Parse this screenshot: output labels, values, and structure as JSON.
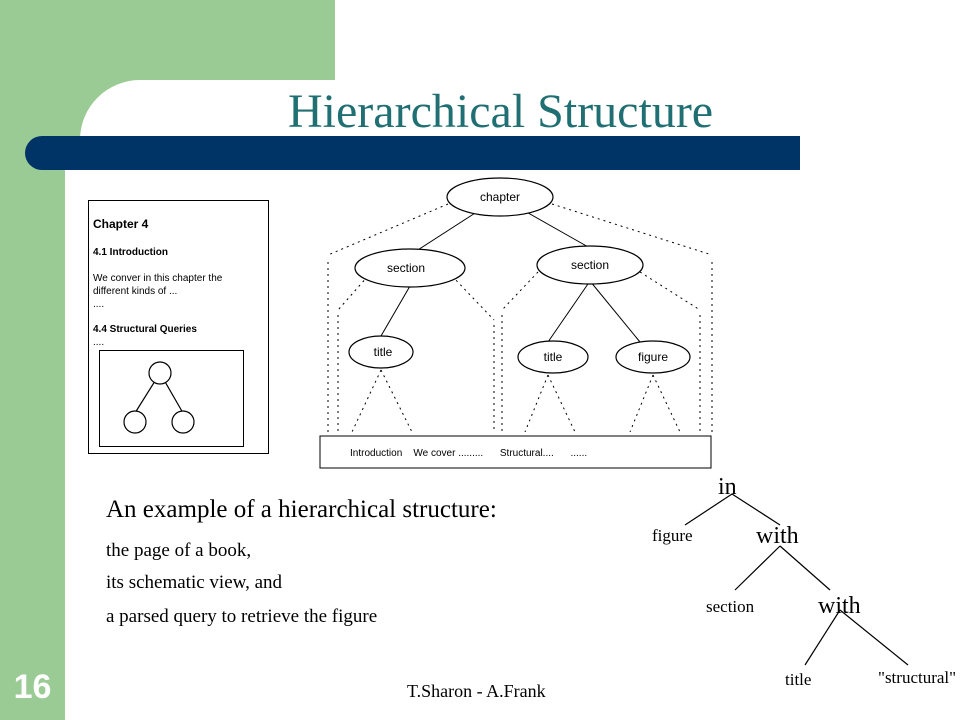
{
  "slide": {
    "title": "Hierarchical Structure",
    "number": "16",
    "footer": "T.Sharon - A.Frank"
  },
  "book_page": {
    "heading": "Chapter 4",
    "section1": "4.1 Introduction",
    "text1_line1": "We conver in this chapter the",
    "text1_line2": "different kinds of ...",
    "dots1": "....",
    "section2": "4.4 Structural Queries",
    "dots2": "...."
  },
  "schema": {
    "root": "chapter",
    "section_left": "section",
    "section_right": "section",
    "title_left": "title",
    "title_right": "title",
    "figure": "figure",
    "text_strip": "Introduction    We cover .........      Structural....      ......"
  },
  "caption": {
    "main": "An example of a hierarchical structure:",
    "line1": "the page of a book,",
    "line2": "its schematic view, and",
    "line3": "a parsed query to retrieve the figure"
  },
  "query_tree": {
    "in": "in",
    "figure": "figure",
    "with1": "with",
    "section": "section",
    "with2": "with",
    "title": "title",
    "structural": "\"structural\""
  }
}
